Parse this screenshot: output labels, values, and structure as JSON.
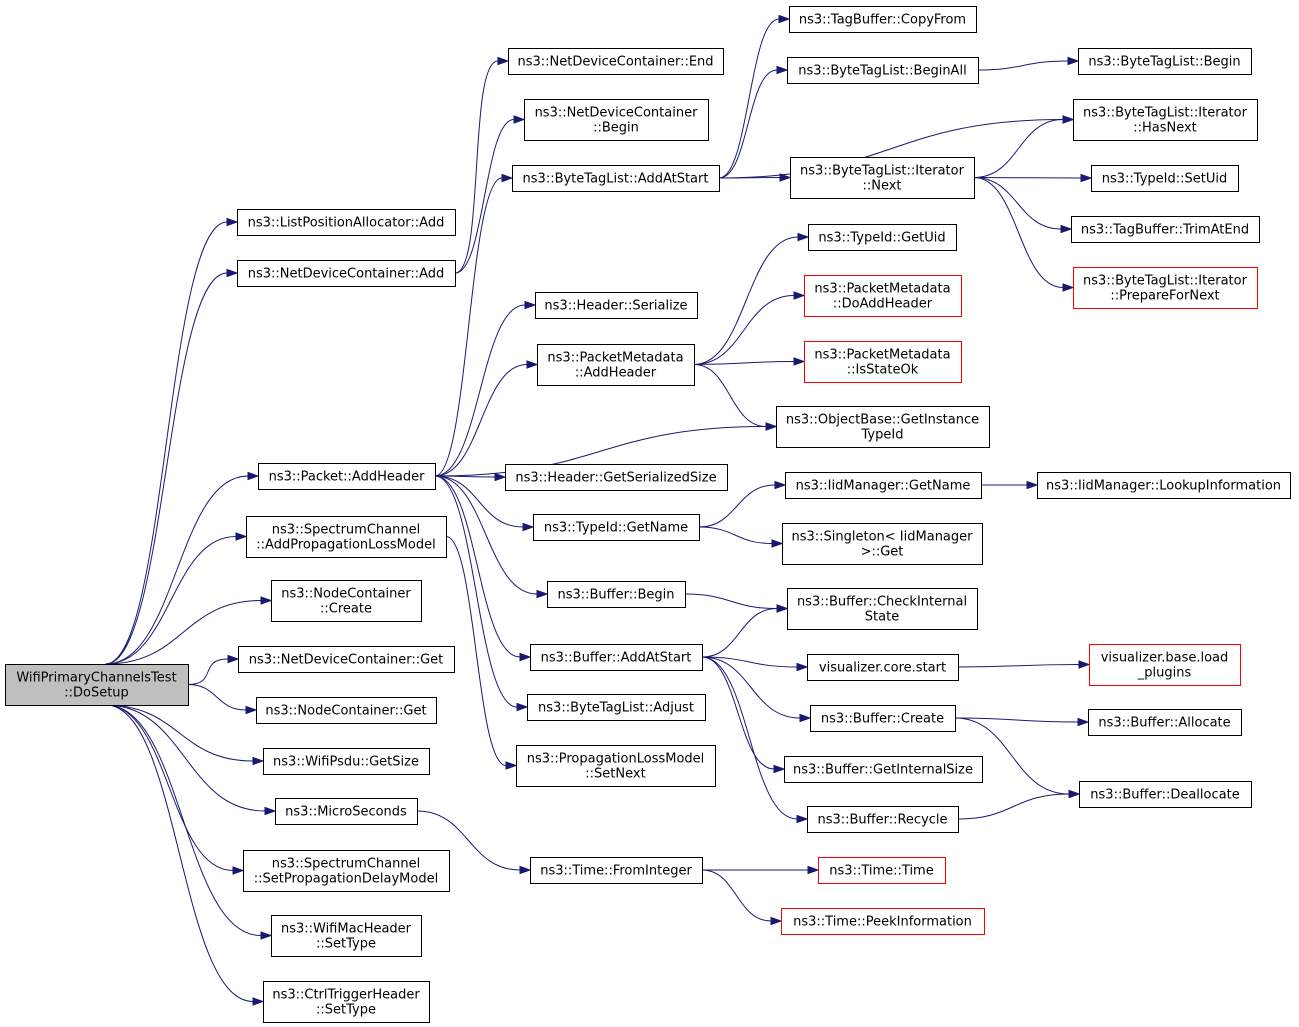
{
  "colors": {
    "edge": "#191970",
    "node_border": "#000000",
    "node_border_red": "#ff0000",
    "root_fill": "#bfbfbf"
  },
  "nodes": [
    {
      "id": "root",
      "lines": [
        "WifiPrimaryChannelsTest",
        "::DoSetup"
      ],
      "style": "root"
    },
    {
      "id": "lpa_add",
      "lines": [
        "ns3::ListPositionAllocator::Add"
      ]
    },
    {
      "id": "ndc_add",
      "lines": [
        "ns3::NetDeviceContainer::Add"
      ]
    },
    {
      "id": "pkt_addheader",
      "lines": [
        "ns3::Packet::AddHeader"
      ]
    },
    {
      "id": "sc_addloss",
      "lines": [
        "ns3::SpectrumChannel",
        "::AddPropagationLossModel"
      ]
    },
    {
      "id": "nc_create",
      "lines": [
        "ns3::NodeContainer",
        "::Create"
      ]
    },
    {
      "id": "ndc_get",
      "lines": [
        "ns3::NetDeviceContainer::Get"
      ]
    },
    {
      "id": "nc_get",
      "lines": [
        "ns3::NodeContainer::Get"
      ]
    },
    {
      "id": "psdu_getsize",
      "lines": [
        "ns3::WifiPsdu::GetSize"
      ]
    },
    {
      "id": "microseconds",
      "lines": [
        "ns3::MicroSeconds"
      ]
    },
    {
      "id": "sc_setdelay",
      "lines": [
        "ns3::SpectrumChannel",
        "::SetPropagationDelayModel"
      ]
    },
    {
      "id": "mac_settype",
      "lines": [
        "ns3::WifiMacHeader",
        "::SetType"
      ]
    },
    {
      "id": "ctrl_settype",
      "lines": [
        "ns3::CtrlTriggerHeader",
        "::SetType"
      ]
    },
    {
      "id": "ndc_end",
      "lines": [
        "ns3::NetDeviceContainer::End"
      ]
    },
    {
      "id": "ndc_begin",
      "lines": [
        "ns3::NetDeviceContainer",
        "::Begin"
      ]
    },
    {
      "id": "btl_addatstart",
      "lines": [
        "ns3::ByteTagList::AddAtStart"
      ]
    },
    {
      "id": "hdr_serialize",
      "lines": [
        "ns3::Header::Serialize"
      ]
    },
    {
      "id": "pm_addheader",
      "lines": [
        "ns3::PacketMetadata",
        "::AddHeader"
      ]
    },
    {
      "id": "hdr_getsersize",
      "lines": [
        "ns3::Header::GetSerializedSize"
      ]
    },
    {
      "id": "typeid_getname",
      "lines": [
        "ns3::TypeId::GetName"
      ]
    },
    {
      "id": "buf_begin",
      "lines": [
        "ns3::Buffer::Begin"
      ]
    },
    {
      "id": "buf_addatstart",
      "lines": [
        "ns3::Buffer::AddAtStart"
      ]
    },
    {
      "id": "btl_adjust",
      "lines": [
        "ns3::ByteTagList::Adjust"
      ]
    },
    {
      "id": "plm_setnext",
      "lines": [
        "ns3::PropagationLossModel",
        "::SetNext"
      ]
    },
    {
      "id": "time_frominteger",
      "lines": [
        "ns3::Time::FromInteger"
      ]
    },
    {
      "id": "tagbuf_copyfrom",
      "lines": [
        "ns3::TagBuffer::CopyFrom"
      ]
    },
    {
      "id": "btl_beginall",
      "lines": [
        "ns3::ByteTagList::BeginAll"
      ]
    },
    {
      "id": "btl_it_next",
      "lines": [
        "ns3::ByteTagList::Iterator",
        "::Next"
      ]
    },
    {
      "id": "typeid_getuid",
      "lines": [
        "ns3::TypeId::GetUid"
      ]
    },
    {
      "id": "pm_doaddheader",
      "lines": [
        "ns3::PacketMetadata",
        "::DoAddHeader"
      ],
      "style": "red"
    },
    {
      "id": "pm_isstateok",
      "lines": [
        "ns3::PacketMetadata",
        "::IsStateOk"
      ],
      "style": "red"
    },
    {
      "id": "ob_getinstancetypeid",
      "lines": [
        "ns3::ObjectBase::GetInstance",
        "TypeId"
      ]
    },
    {
      "id": "iid_getname",
      "lines": [
        "ns3::IidManager::GetName"
      ]
    },
    {
      "id": "singleton_get",
      "lines": [
        "ns3::Singleton< IidManager",
        " >::Get"
      ]
    },
    {
      "id": "buf_checkinternal",
      "lines": [
        "ns3::Buffer::CheckInternal",
        "State"
      ]
    },
    {
      "id": "viz_core_start",
      "lines": [
        "visualizer.core.start"
      ]
    },
    {
      "id": "buf_create",
      "lines": [
        "ns3::Buffer::Create"
      ]
    },
    {
      "id": "buf_getinternalsize",
      "lines": [
        "ns3::Buffer::GetInternalSize"
      ]
    },
    {
      "id": "buf_recycle",
      "lines": [
        "ns3::Buffer::Recycle"
      ]
    },
    {
      "id": "time_time",
      "lines": [
        "ns3::Time::Time"
      ],
      "style": "red"
    },
    {
      "id": "time_peekinfo",
      "lines": [
        "ns3::Time::PeekInformation"
      ],
      "style": "red"
    },
    {
      "id": "btl_begin",
      "lines": [
        "ns3::ByteTagList::Begin"
      ]
    },
    {
      "id": "btl_it_hasnext",
      "lines": [
        "ns3::ByteTagList::Iterator",
        "::HasNext"
      ]
    },
    {
      "id": "typeid_setuid",
      "lines": [
        "ns3::TypeId::SetUid"
      ]
    },
    {
      "id": "tagbuf_trimatend",
      "lines": [
        "ns3::TagBuffer::TrimAtEnd"
      ]
    },
    {
      "id": "btl_it_preparefornext",
      "lines": [
        "ns3::ByteTagList::Iterator",
        "::PrepareForNext"
      ],
      "style": "red"
    },
    {
      "id": "iid_lookupinfo",
      "lines": [
        "ns3::IidManager::LookupInformation"
      ]
    },
    {
      "id": "viz_base_loadplugins",
      "lines": [
        "visualizer.base.load",
        "_plugins"
      ],
      "style": "red"
    },
    {
      "id": "buf_allocate",
      "lines": [
        "ns3::Buffer::Allocate"
      ]
    },
    {
      "id": "buf_deallocate",
      "lines": [
        "ns3::Buffer::Deallocate"
      ]
    }
  ],
  "edges": [
    [
      "root",
      "lpa_add"
    ],
    [
      "root",
      "ndc_add"
    ],
    [
      "root",
      "pkt_addheader"
    ],
    [
      "root",
      "sc_addloss"
    ],
    [
      "root",
      "nc_create"
    ],
    [
      "root",
      "ndc_get"
    ],
    [
      "root",
      "nc_get"
    ],
    [
      "root",
      "psdu_getsize"
    ],
    [
      "root",
      "microseconds"
    ],
    [
      "root",
      "sc_setdelay"
    ],
    [
      "root",
      "mac_settype"
    ],
    [
      "root",
      "ctrl_settype"
    ],
    [
      "ndc_add",
      "ndc_end"
    ],
    [
      "ndc_add",
      "ndc_begin"
    ],
    [
      "pkt_addheader",
      "btl_addatstart"
    ],
    [
      "pkt_addheader",
      "hdr_serialize"
    ],
    [
      "pkt_addheader",
      "pm_addheader"
    ],
    [
      "pkt_addheader",
      "ob_getinstancetypeid"
    ],
    [
      "pkt_addheader",
      "hdr_getsersize"
    ],
    [
      "pkt_addheader",
      "typeid_getname"
    ],
    [
      "pkt_addheader",
      "buf_begin"
    ],
    [
      "pkt_addheader",
      "buf_addatstart"
    ],
    [
      "pkt_addheader",
      "btl_adjust"
    ],
    [
      "sc_addloss",
      "plm_setnext"
    ],
    [
      "microseconds",
      "time_frominteger"
    ],
    [
      "btl_addatstart",
      "tagbuf_copyfrom"
    ],
    [
      "btl_addatstart",
      "btl_beginall"
    ],
    [
      "btl_addatstart",
      "btl_it_hasnext"
    ],
    [
      "btl_addatstart",
      "btl_it_next"
    ],
    [
      "btl_beginall",
      "btl_begin"
    ],
    [
      "btl_it_next",
      "btl_it_hasnext"
    ],
    [
      "btl_it_next",
      "typeid_setuid"
    ],
    [
      "btl_it_next",
      "tagbuf_trimatend"
    ],
    [
      "btl_it_next",
      "btl_it_preparefornext"
    ],
    [
      "pm_addheader",
      "typeid_getuid"
    ],
    [
      "pm_addheader",
      "pm_doaddheader"
    ],
    [
      "pm_addheader",
      "pm_isstateok"
    ],
    [
      "pm_addheader",
      "ob_getinstancetypeid"
    ],
    [
      "typeid_getname",
      "iid_getname"
    ],
    [
      "typeid_getname",
      "singleton_get"
    ],
    [
      "iid_getname",
      "iid_lookupinfo"
    ],
    [
      "buf_begin",
      "buf_checkinternal"
    ],
    [
      "buf_addatstart",
      "buf_checkinternal"
    ],
    [
      "buf_addatstart",
      "viz_core_start"
    ],
    [
      "buf_addatstart",
      "buf_create"
    ],
    [
      "buf_addatstart",
      "buf_getinternalsize"
    ],
    [
      "buf_addatstart",
      "buf_recycle"
    ],
    [
      "viz_core_start",
      "viz_base_loadplugins"
    ],
    [
      "buf_create",
      "buf_allocate"
    ],
    [
      "buf_create",
      "buf_deallocate"
    ],
    [
      "buf_recycle",
      "buf_deallocate"
    ],
    [
      "time_frominteger",
      "time_time"
    ],
    [
      "time_frominteger",
      "time_peekinfo"
    ]
  ]
}
